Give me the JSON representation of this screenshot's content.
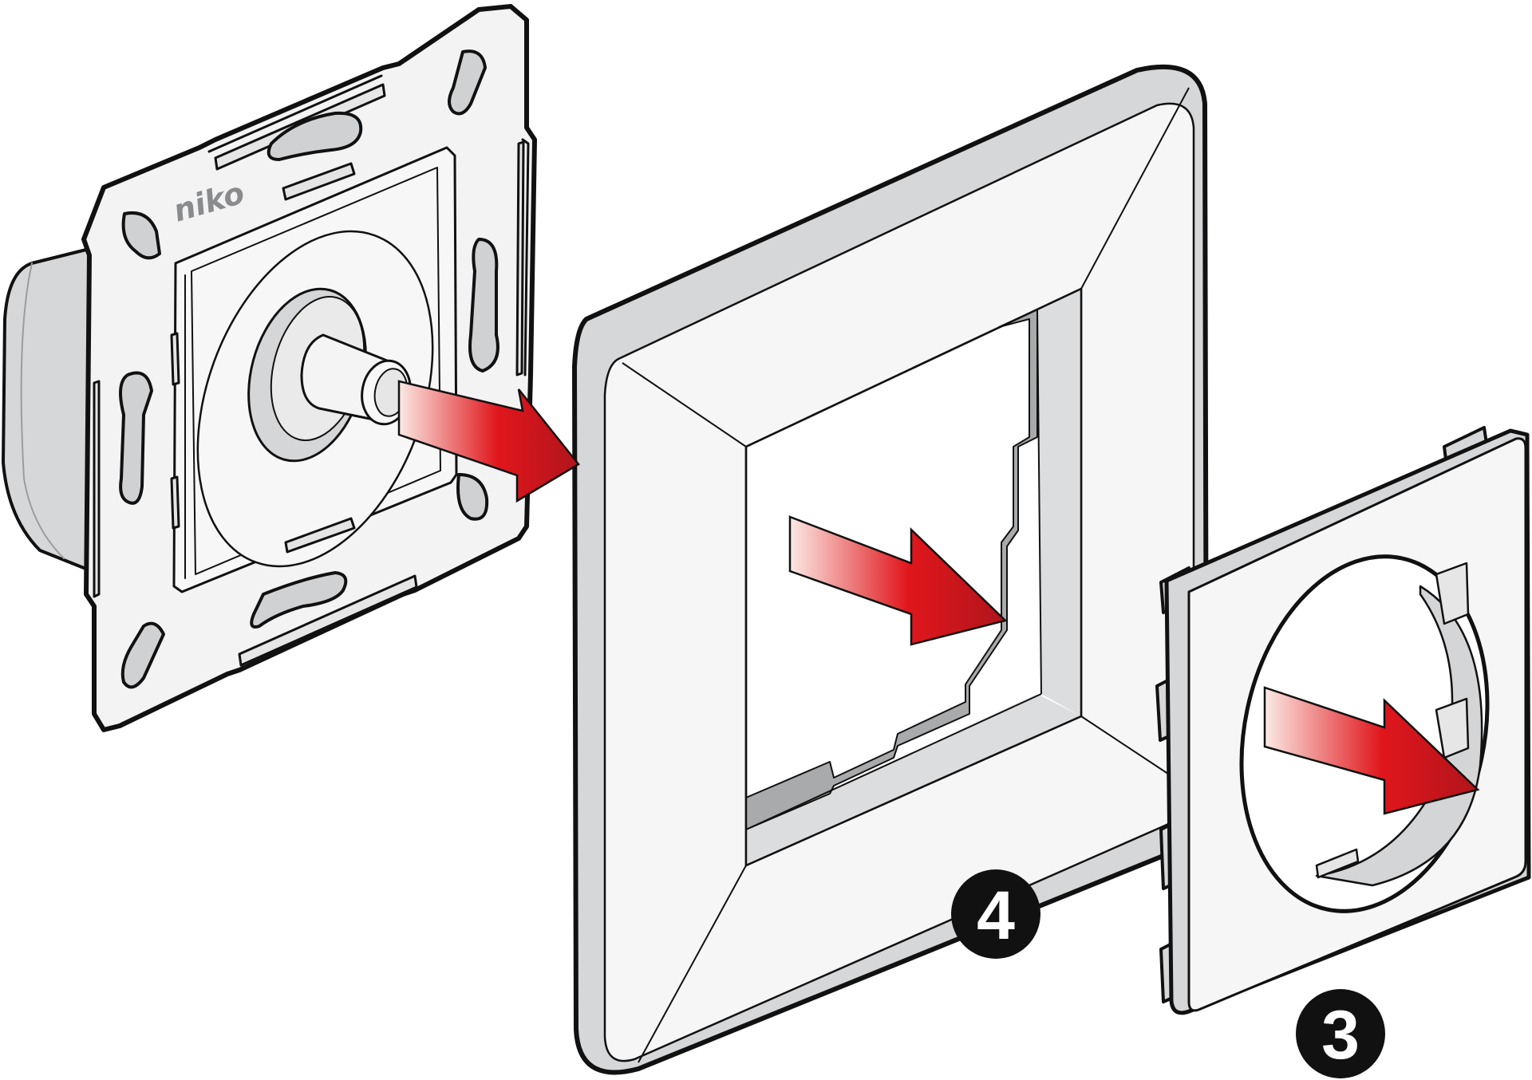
{
  "diagram": {
    "brand": "niko",
    "arrow_color": "#e0161c",
    "arrow_start_color": "#fbe9e4",
    "arrow_end_color": "#b0151c",
    "outline_color": "#111111",
    "body_fill": "#f4f4f4",
    "shade_color": "#d9dadb",
    "parts": [
      {
        "id": "dimmer-mechanism",
        "label": ""
      },
      {
        "id": "frame",
        "label": "4"
      },
      {
        "id": "center-plate",
        "label": "3"
      }
    ]
  }
}
